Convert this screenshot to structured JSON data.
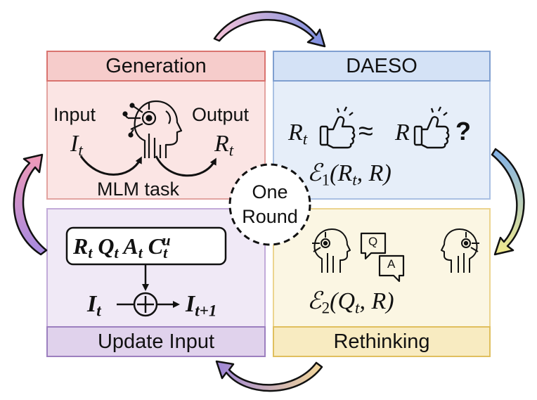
{
  "colors": {
    "generation_bg": "#fbe5e4",
    "generation_hdr": "#f6cccb",
    "generation_border": "#d9736f",
    "daeso_bg": "#e6eef9",
    "daeso_hdr": "#d4e2f6",
    "daeso_border": "#7f9fd0",
    "update_bg": "#f0e9f6",
    "update_hdr": "#e0d2ec",
    "update_border": "#9c7fbf",
    "rethink_bg": "#fbf6e3",
    "rethink_hdr": "#f8ebc1",
    "rethink_border": "#e0bf5e"
  },
  "center": {
    "line1": "One",
    "line2": "Round"
  },
  "generation": {
    "title": "Generation",
    "input_label": "Input",
    "input_sym": "I",
    "input_sub": "t",
    "output_label": "Output",
    "output_sym": "R",
    "output_sub": "t",
    "task": "MLM task"
  },
  "daeso": {
    "title": "DAESO",
    "lhs": "R",
    "lhs_sub": "t",
    "approx": "≈",
    "rhs": "R",
    "question": "?",
    "metric": "ℰ",
    "metric_sub": "1",
    "args": "(R",
    "args_sub": "t",
    "args_end": ", R)"
  },
  "update": {
    "title": "Update Input",
    "box": {
      "r": "R",
      "r_sub": "t",
      "q": "Q",
      "q_sub": "t",
      "a": "A",
      "a_sub": "t",
      "c": "C",
      "c_sub": "t",
      "c_sup": "u"
    },
    "it": "I",
    "it_sub": "t",
    "next": "I",
    "next_sub": "t+1"
  },
  "rethink": {
    "title": "Rethinking",
    "bubble_q": "Q",
    "bubble_a": "A",
    "metric": "ℰ",
    "metric_sub": "2",
    "args": "(Q",
    "args_sub": "t",
    "args_end": ", R)"
  }
}
